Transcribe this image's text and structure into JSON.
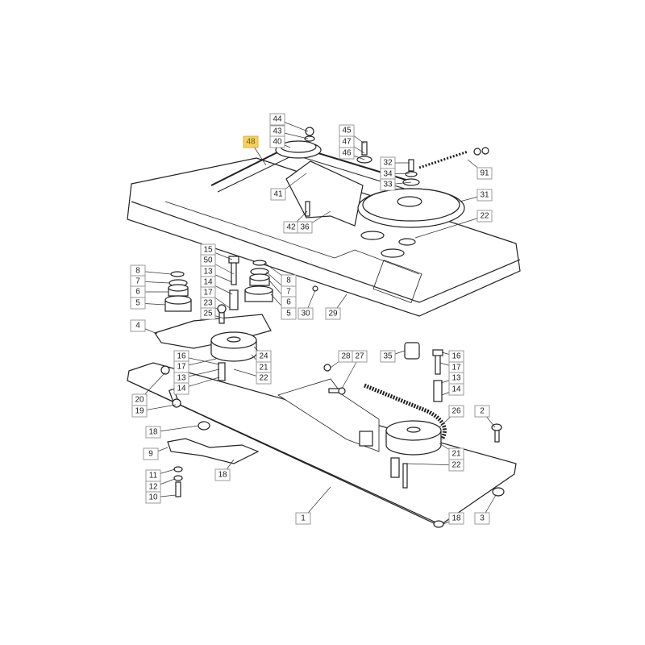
{
  "diagram": {
    "title": "Exploded parts diagram - belt drive assembly",
    "highlight_color": "#f5d061",
    "callouts": [
      "48",
      "44",
      "43",
      "40",
      "45",
      "47",
      "46",
      "32",
      "34",
      "33",
      "91",
      "41",
      "42",
      "36",
      "31",
      "22",
      "15",
      "50",
      "13",
      "14",
      "17",
      "23",
      "25",
      "8",
      "7",
      "6",
      "5",
      "8",
      "7",
      "6",
      "5",
      "30",
      "29",
      "4",
      "16",
      "17",
      "13",
      "14",
      "24",
      "21",
      "22",
      "28",
      "27",
      "35",
      "16",
      "17",
      "13",
      "14",
      "20",
      "19",
      "26",
      "2",
      "18",
      "9",
      "21",
      "22",
      "11",
      "12",
      "10",
      "18",
      "1",
      "18",
      "3"
    ],
    "highlighted": "48"
  }
}
